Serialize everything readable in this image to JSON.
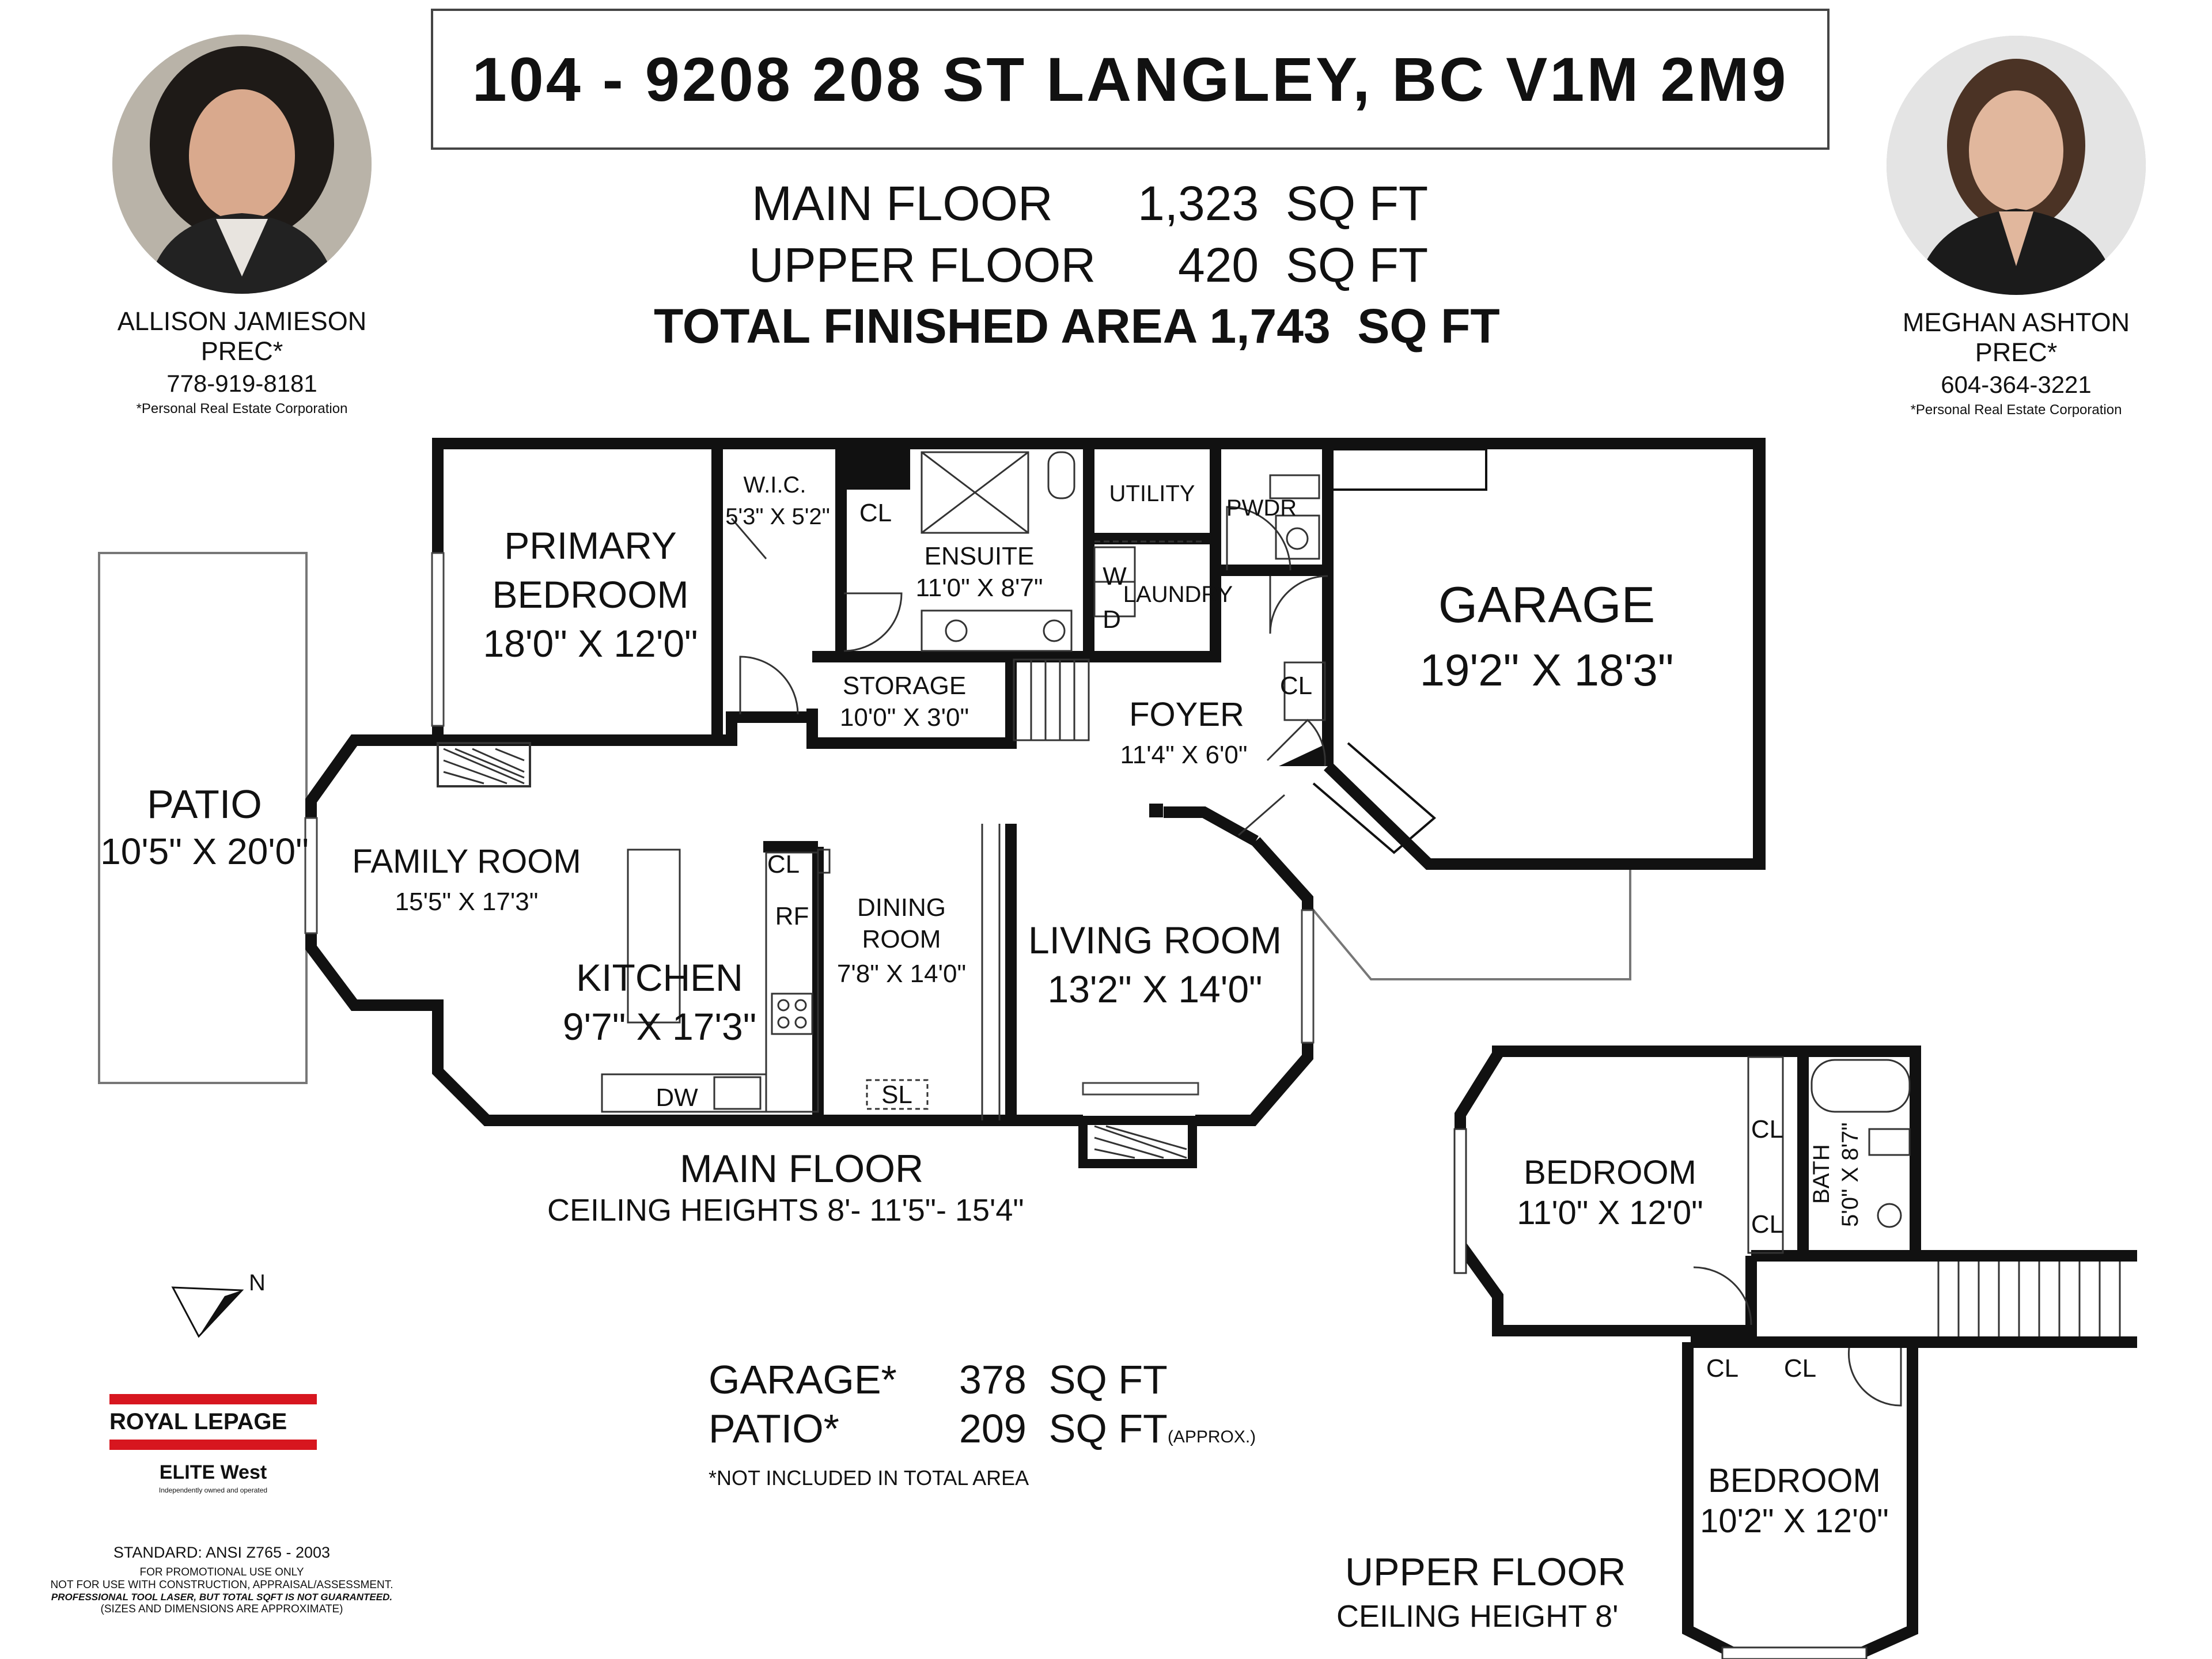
{
  "header": {
    "address": "104 - 9208 208 ST LANGLEY, BC  V1M 2M9"
  },
  "areas": {
    "main": {
      "label": "MAIN FLOOR",
      "value": "1,323",
      "unit": "SQ FT"
    },
    "upper": {
      "label": "UPPER FLOOR",
      "value": "420",
      "unit": "SQ FT"
    },
    "total": {
      "label": "TOTAL FINISHED AREA",
      "value": "1,743",
      "unit": "SQ FT"
    }
  },
  "agents": [
    {
      "name": "ALLISON JAMIESON PREC*",
      "phone": "778-919-8181",
      "note": "*Personal Real Estate Corporation"
    },
    {
      "name": "MEGHAN ASHTON PREC*",
      "phone": "604-364-3221",
      "note": "*Personal Real Estate Corporation"
    }
  ],
  "rooms": {
    "wic": {
      "name": "W.I.C.",
      "dim": "5'3\" X 5'2\""
    },
    "primary": {
      "name1": "PRIMARY",
      "name2": "BEDROOM",
      "dim": "18'0\" X 12'0\""
    },
    "ensuite": {
      "name": "ENSUITE",
      "dim": "11'0\" X 8'7\""
    },
    "utility": {
      "name": "UTILITY"
    },
    "pwdr": {
      "name": "PWDR"
    },
    "laundry": {
      "name": "LAUNDRY",
      "w": "W",
      "d": "D"
    },
    "storage": {
      "name": "STORAGE",
      "dim": "10'0\" X 3'0\""
    },
    "foyer": {
      "name": "FOYER",
      "dim": "11'4\" X 6'0\""
    },
    "garage": {
      "name": "GARAGE",
      "dim": "19'2\" X 18'3\""
    },
    "patio": {
      "name": "PATIO",
      "dim": "10'5\" X 20'0\""
    },
    "family": {
      "name": "FAMILY ROOM",
      "dim": "15'5\" X 17'3\""
    },
    "kitchen": {
      "name": "KITCHEN",
      "dim": "9'7\" X 17'3\""
    },
    "dining": {
      "name1": "DINING",
      "name2": "ROOM",
      "dim": "7'8\" X 14'0\""
    },
    "living": {
      "name": "LIVING ROOM",
      "dim": "13'2\" X 14'0\""
    },
    "bedroom2": {
      "name": "BEDROOM",
      "dim": "11'0\" X 12'0\""
    },
    "bath": {
      "name": "BATH",
      "dim": "5'0\" X 8'7\""
    },
    "bedroom3": {
      "name": "BEDROOM",
      "dim": "10'2\" X 12'0\""
    }
  },
  "fixtures": {
    "cl": "CL",
    "rf": "RF",
    "dw": "DW",
    "sl": "SL"
  },
  "main_floor": {
    "title": "MAIN FLOOR",
    "ceiling": "CEILING HEIGHTS 8'- 11'5\"- 15'4\""
  },
  "upper_floor": {
    "title": "UPPER FLOOR",
    "ceiling": "CEILING HEIGHT 8'"
  },
  "excluded": {
    "garage": {
      "label": "GARAGE*",
      "value": "378",
      "unit": "SQ FT"
    },
    "patio": {
      "label": "PATIO*",
      "value": "209",
      "unit": "SQ FT",
      "note": "(APPROX.)"
    },
    "footnote": "*NOT INCLUDED IN TOTAL AREA"
  },
  "compass": {
    "label": "N"
  },
  "brand": {
    "name": "ROYAL LEPAGE",
    "office": "ELITE West",
    "tagline": "Independently owned and operated",
    "color": "#d7161f"
  },
  "standard": {
    "line1": "STANDARD: ANSI  Z765 - 2003",
    "line2": "FOR PROMOTIONAL USE ONLY",
    "line3": "NOT FOR USE WITH CONSTRUCTION, APPRAISAL/ASSESSMENT.",
    "line4": "PROFESSIONAL TOOL LASER, BUT TOTAL SQFT IS NOT GUARANTEED.",
    "line5": "(SIZES AND DIMENSIONS ARE APPROXIMATE)"
  }
}
